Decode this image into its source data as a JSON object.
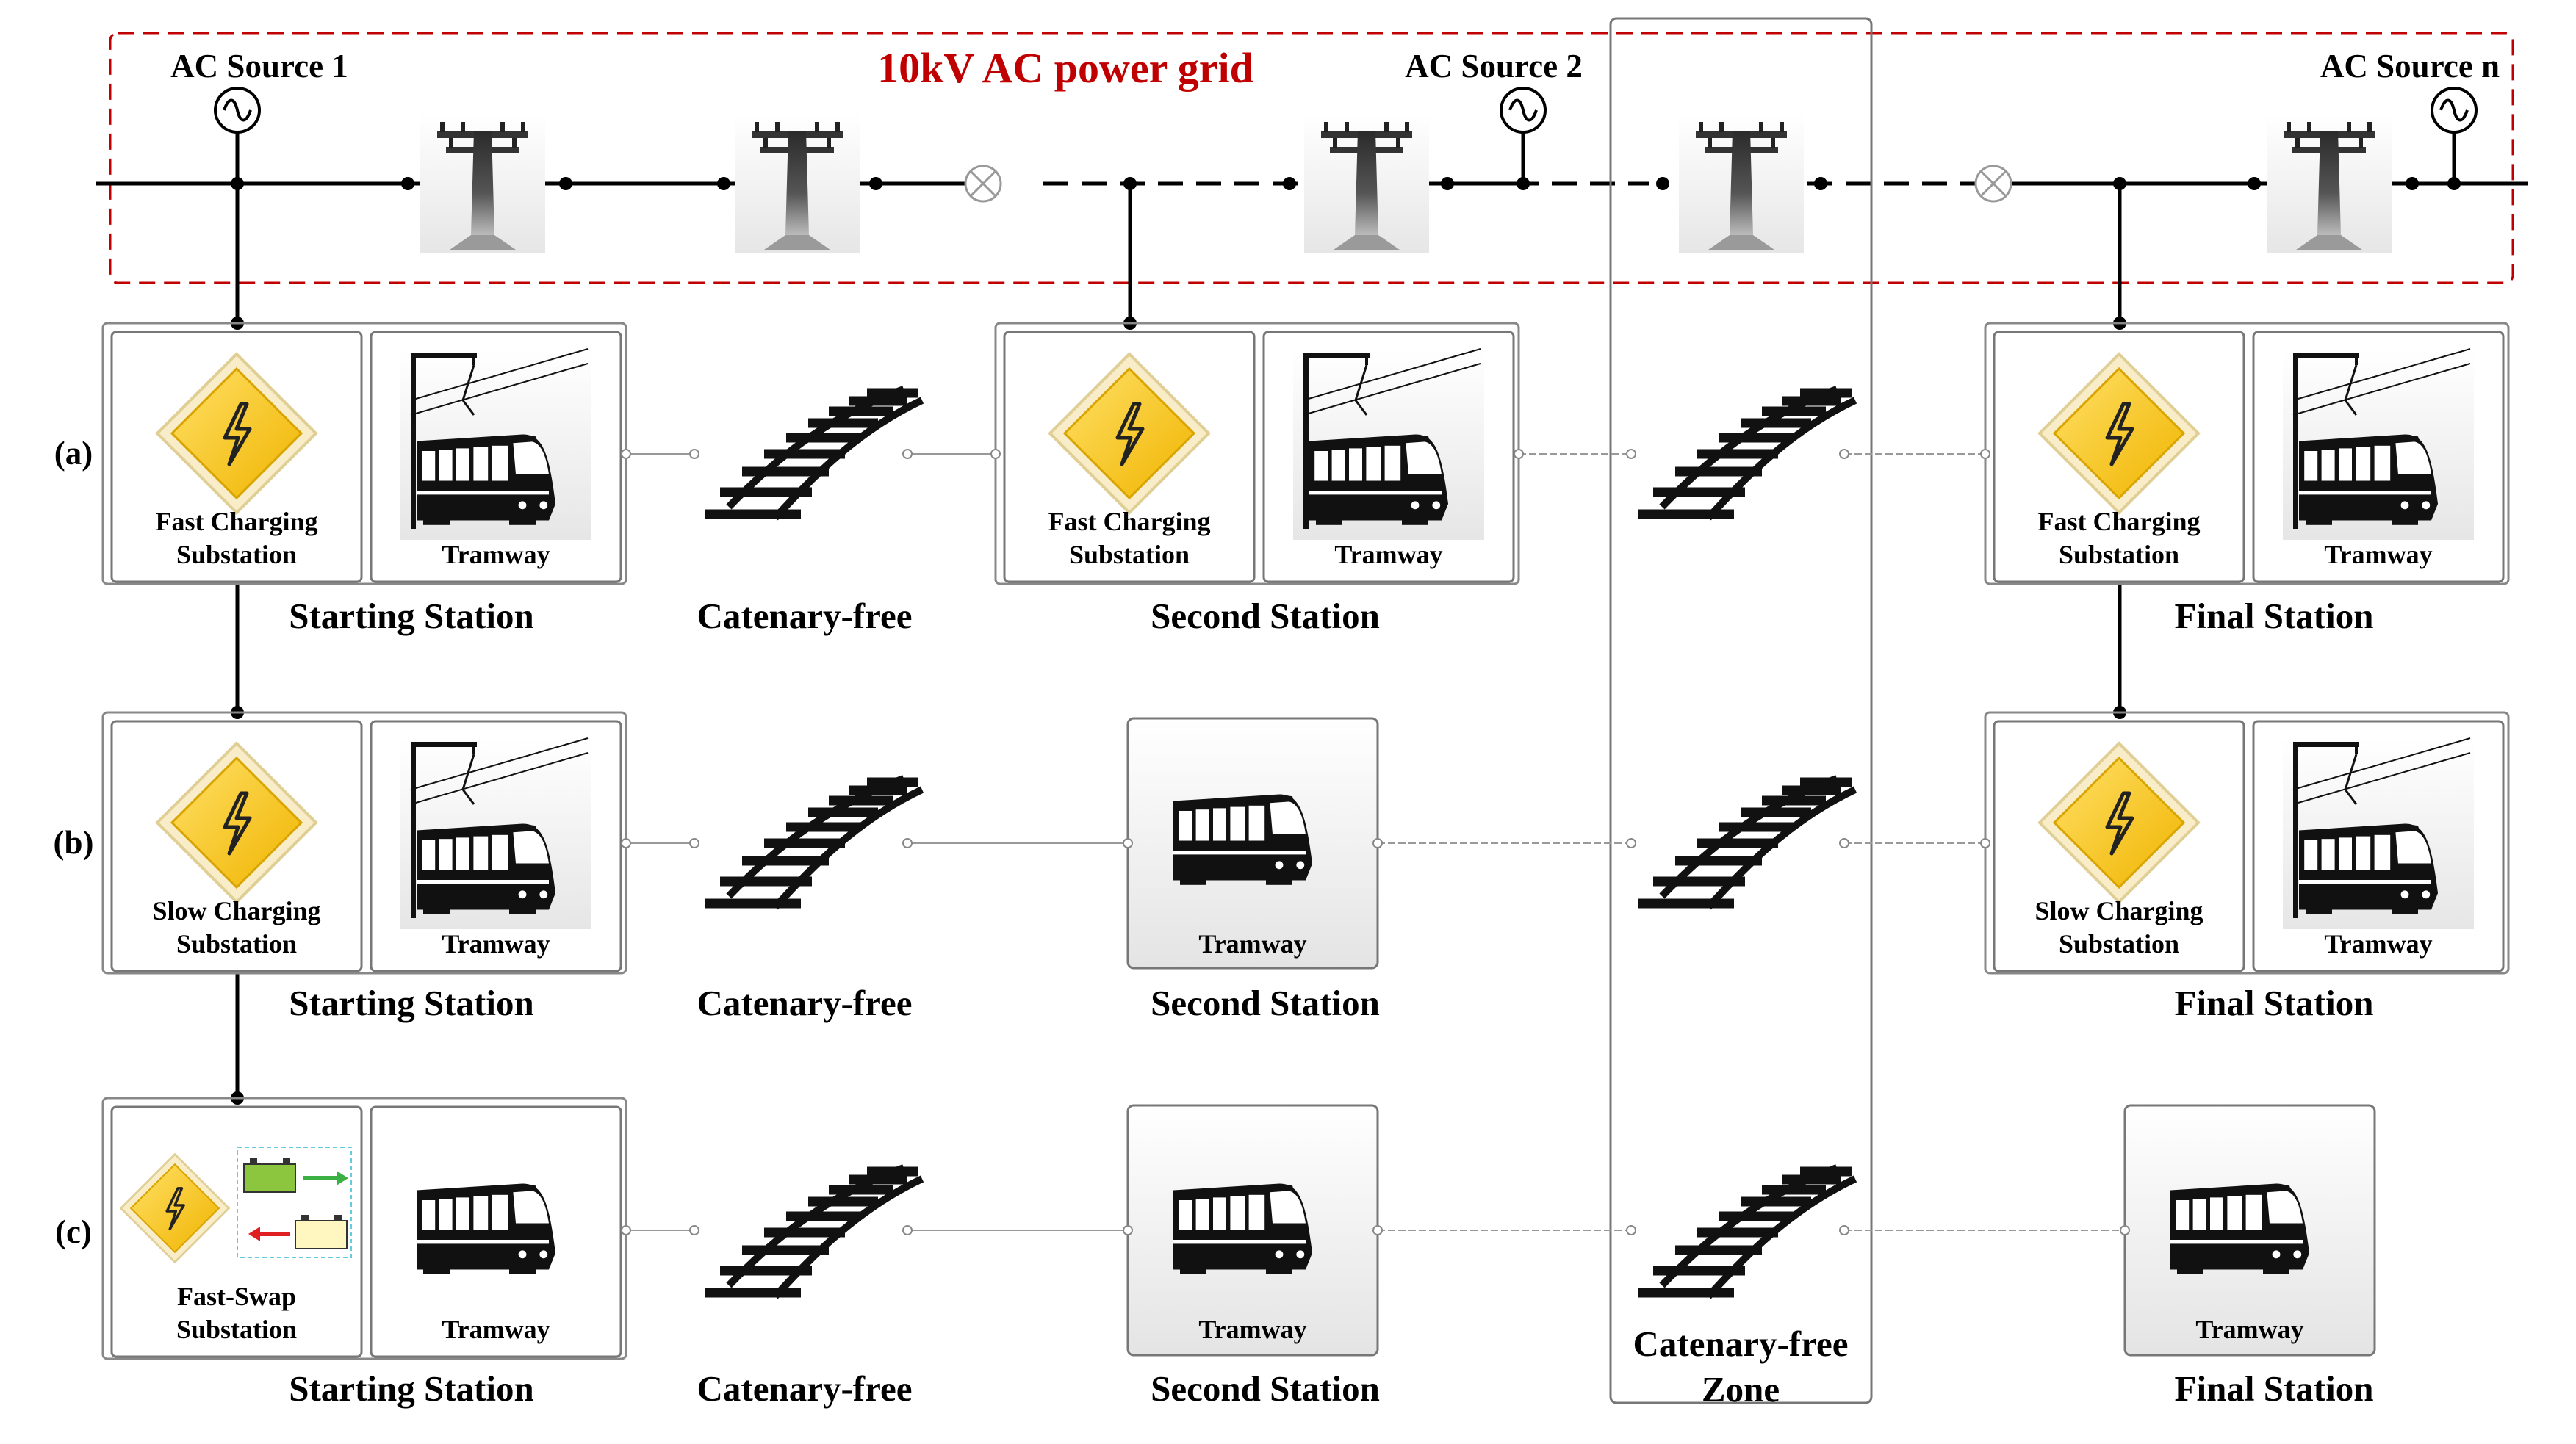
{
  "grid": {
    "title": "10kV AC power grid",
    "sources": [
      "AC Source 1",
      "AC Source 2",
      "AC Source n"
    ],
    "title_color": "#c00000"
  },
  "rows": [
    "(a)",
    "(b)",
    "(c)"
  ],
  "labels": {
    "starting_station": "Starting Station",
    "catenary_free": "Catenary-free",
    "second_station": "Second Station",
    "final_station": "Final Station",
    "zone_line1": "Catenary-free",
    "zone_line2": "Zone",
    "tramway": "Tramway",
    "fast_charging_1": "Fast Charging",
    "slow_charging_1": "Slow Charging",
    "substation": "Substation",
    "fast_swap_1": "Fast-Swap"
  },
  "icons": [
    "ac-source-icon",
    "power-pole-icon",
    "breaker-icon",
    "high-voltage-icon",
    "tram-icon",
    "track-icon",
    "battery-icon",
    "arrow-icon"
  ],
  "colors": {
    "warning_fill": "#f5c518",
    "warning_border": "#e8d9a0",
    "battery_green": "#3cb043",
    "arrow_red": "#e02020",
    "dashed_border": "#c00000"
  }
}
